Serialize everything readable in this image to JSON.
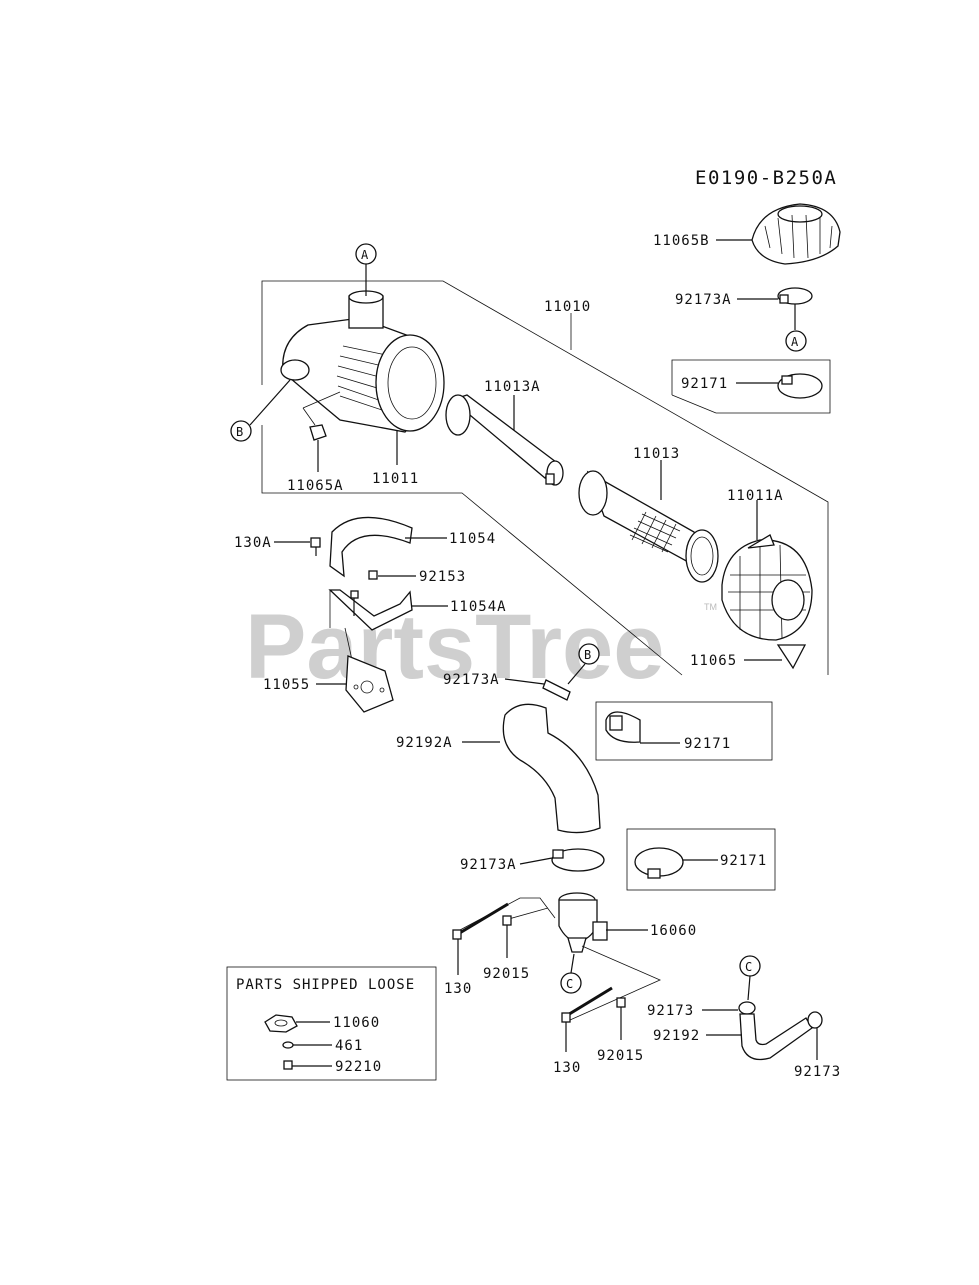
{
  "diagram": {
    "code": "E0190-B250A",
    "watermark": "PartsTree",
    "trademark": "TM",
    "callouts": [
      "A",
      "A",
      "B",
      "B",
      "C",
      "C"
    ],
    "labels": {
      "p11065B": "11065B",
      "p92173A_top": "92173A",
      "p11010": "11010",
      "p92171_top": "92171",
      "p11013A": "11013A",
      "p11013": "11013",
      "p11011A": "11011A",
      "p11065A": "11065A",
      "p11011": "11011",
      "p130A": "130A",
      "p11054": "11054",
      "p92153": "92153",
      "p11054A": "11054A",
      "p11065": "11065",
      "p11055": "11055",
      "p92173A_mid": "92173A",
      "p92171_mid": "92171",
      "p92192A": "92192A",
      "p92173A_low": "92173A",
      "p92171_low": "92171",
      "p16060": "16060",
      "p130_left": "130",
      "p92015_left": "92015",
      "p130_bottom": "130",
      "p92015_bottom": "92015",
      "p92173_c": "92173",
      "p92192": "92192",
      "p92173_bottom": "92173"
    },
    "loose_box": {
      "title": "PARTS SHIPPED LOOSE",
      "items": [
        "11060",
        "461",
        "92210"
      ]
    }
  }
}
